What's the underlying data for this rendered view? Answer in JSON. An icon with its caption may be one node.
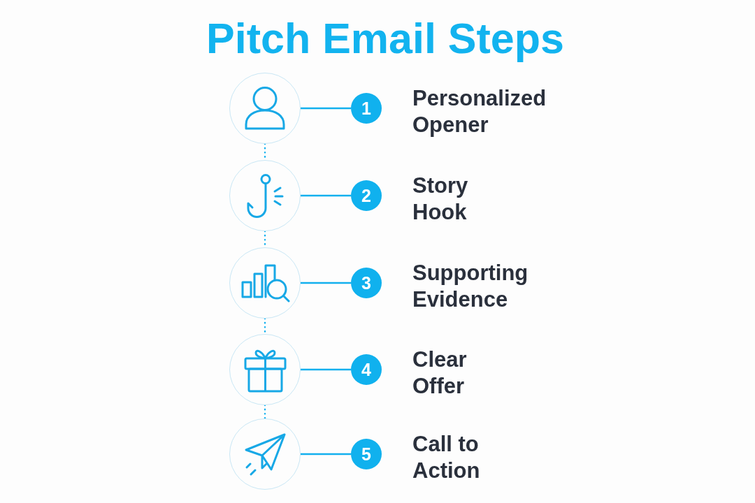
{
  "diagram": {
    "title": "Pitch Email Steps",
    "nodes": [
      {
        "text": [],
        "shape": "circle"
      },
      {
        "text": [
          "1"
        ],
        "beside": [
          "Personalized Opener"
        ]
      },
      {
        "text": [],
        "shape": "circle"
      },
      {
        "text": [
          "2"
        ],
        "beside": [
          "Story Hook"
        ]
      },
      {
        "text": [],
        "shape": "circle"
      },
      {
        "text": [
          "3"
        ],
        "beside": [
          "Supporting Evidence"
        ]
      },
      {
        "text": [],
        "shape": "circle"
      },
      {
        "text": [
          "4"
        ],
        "beside": [
          "Clear Offer"
        ]
      },
      {
        "text": [],
        "shape": "circle"
      },
      {
        "text": [
          "5"
        ],
        "beside": [
          "Call to Action"
        ]
      }
    ],
    "edges": [
      {
        "from": 0,
        "to": 1,
        "arrow": "none"
      },
      {
        "from": 0,
        "to": 2,
        "arrow": "none",
        "style": "dashed"
      },
      {
        "from": 2,
        "to": 3,
        "arrow": "none"
      },
      {
        "from": 2,
        "to": 4,
        "arrow": "none",
        "style": "dashed"
      },
      {
        "from": 4,
        "to": 5,
        "arrow": "none"
      },
      {
        "from": 4,
        "to": 6,
        "arrow": "none",
        "style": "dashed"
      },
      {
        "from": 6,
        "to": 7,
        "arrow": "none"
      },
      {
        "from": 6,
        "to": 8,
        "arrow": "none",
        "style": "dashed"
      },
      {
        "from": 8,
        "to": 9,
        "arrow": "none"
      }
    ]
  }
}
